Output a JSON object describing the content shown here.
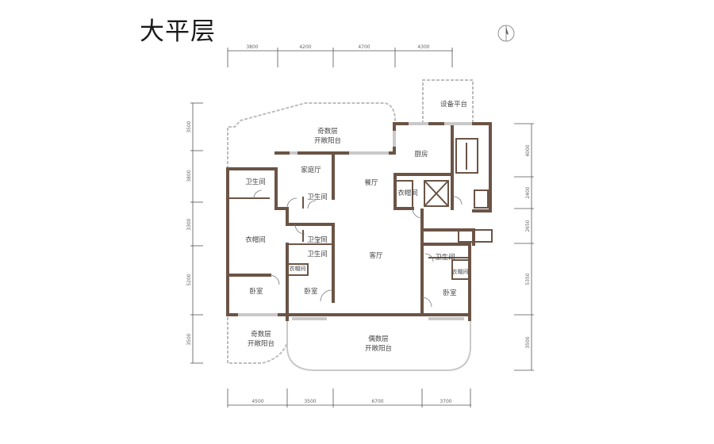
{
  "title": "大平层",
  "rooms": {
    "balcony_top": [
      "奇数层",
      "开敞阳台"
    ],
    "equipment": "设备平台",
    "kitchen": "厨房",
    "family_hall": "家庭厅",
    "dining": "餐厅",
    "bath_1": "卫生间",
    "bath_2": "卫生间",
    "closet_1": "衣帽间",
    "closet_2": "衣帽间",
    "bath_3": "卫生间",
    "bath_4": "卫生间",
    "living": "客厅",
    "closet_3": "衣帽间",
    "bath_5": "卫生间",
    "closet_4": "衣帽间",
    "bedroom_1": "卧室",
    "bedroom_2": "卧室",
    "bedroom_3": "卧室",
    "balcony_left": [
      "奇数层",
      "开敞阳台"
    ],
    "balcony_bottom": [
      "偶数层",
      "开敞阳台"
    ]
  },
  "dimensions": {
    "top": [
      "3800",
      "4200",
      "4700",
      "4300"
    ],
    "bottom": [
      "4500",
      "3500",
      "6700",
      "3700"
    ],
    "left": [
      "3500",
      "3800",
      "3300",
      "5200",
      "3500"
    ],
    "right": [
      "4000",
      "2400",
      "2650",
      "5350",
      "3500"
    ]
  },
  "colors": {
    "wall": "#6b5446",
    "window": "#c9c9c9"
  },
  "icons": {
    "compass": "north-arrow-icon"
  }
}
